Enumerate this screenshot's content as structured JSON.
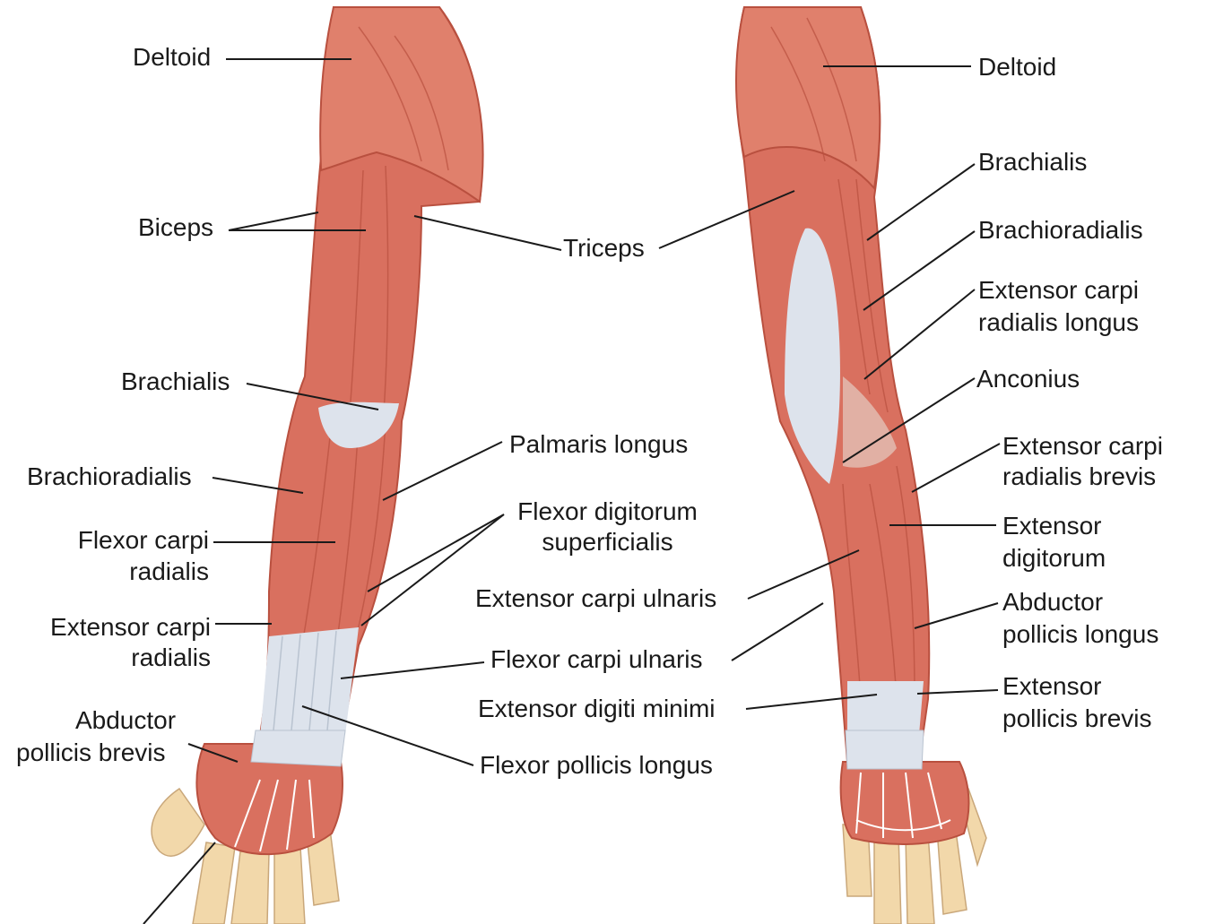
{
  "colors": {
    "muscle": "#d9705f",
    "muscle_dark": "#b9503f",
    "muscle_light": "#e8907d",
    "tendon": "#dde3ec",
    "skin": "#f2d8aa",
    "line": "#1a1a1a"
  },
  "anterior_arm": {
    "labels": {
      "deltoid": "Deltoid",
      "biceps": "Biceps",
      "brachialis": "Brachialis",
      "brachioradialis": "Brachioradialis",
      "flexor_carpi_radialis_1": "Flexor carpi",
      "flexor_carpi_radialis_2": "radialis",
      "extensor_carpi_radialis_1": "Extensor carpi",
      "extensor_carpi_radialis_2": "radialis",
      "abductor_pollicis_brevis_1": "Abductor",
      "abductor_pollicis_brevis_2": "pollicis brevis"
    }
  },
  "center_labels": {
    "triceps": "Triceps",
    "palmaris_longus": "Palmaris longus",
    "flexor_digitorum_1": "Flexor digitorum",
    "flexor_digitorum_2": "superficialis",
    "extensor_carpi_ulnaris": "Extensor carpi ulnaris",
    "flexor_carpi_ulnaris": "Flexor carpi ulnaris",
    "extensor_digiti_minimi": "Extensor digiti minimi",
    "flexor_pollicis_longus": "Flexor pollicis longus"
  },
  "posterior_arm": {
    "labels": {
      "deltoid": "Deltoid",
      "brachialis": "Brachialis",
      "brachioradialis": "Brachioradialis",
      "ecrl_1": "Extensor carpi",
      "ecrl_2": "radialis longus",
      "anconius": "Anconius",
      "ecrb_1": "Extensor carpi",
      "ecrb_2": "radialis brevis",
      "extensor_digitorum_1": "Extensor",
      "extensor_digitorum_2": "digitorum",
      "abductor_pollicis_longus_1": "Abductor",
      "abductor_pollicis_longus_2": "pollicis longus",
      "extensor_pollicis_brevis_1": "Extensor",
      "extensor_pollicis_brevis_2": "pollicis brevis"
    }
  }
}
